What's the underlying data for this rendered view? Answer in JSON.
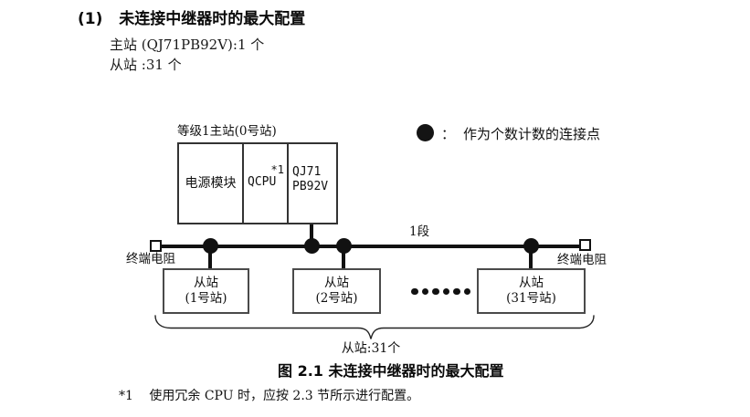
{
  "header": {
    "number": "(1)",
    "title": "未连接中继器时的最大配置",
    "master_spec": "主站 (QJ71PB92V):1 个",
    "slave_spec": "从站 :31 个"
  },
  "diagram": {
    "master_station": {
      "label": "等级1主站(0号站)",
      "power_module": "电源模块",
      "cpu": "QCPU",
      "cpu_note_ref": "*1",
      "network_module_line1": "QJ71",
      "network_module_line2": "PB92V"
    },
    "legend": {
      "separator": "：",
      "label": "作为个数计数的连接点"
    },
    "segment_label": "1段",
    "terminator_left_label": "终端电阻",
    "terminator_right_label": "终端电阻",
    "slaves": [
      {
        "name": "从站",
        "station": "(1号站)"
      },
      {
        "name": "从站",
        "station": "(2号站)"
      },
      {
        "name": "从站",
        "station": "(31号站)"
      }
    ],
    "slave_count_label": "从站:31个"
  },
  "caption": "图 2.1 未连接中继器时的最大配置",
  "footnote": {
    "ref": "*1",
    "text": "使用冗余 CPU 时，应按 2.3 节所示进行配置。"
  },
  "colors": {
    "ink": "#111111",
    "background": "#ffffff",
    "box_border": "#333333"
  }
}
